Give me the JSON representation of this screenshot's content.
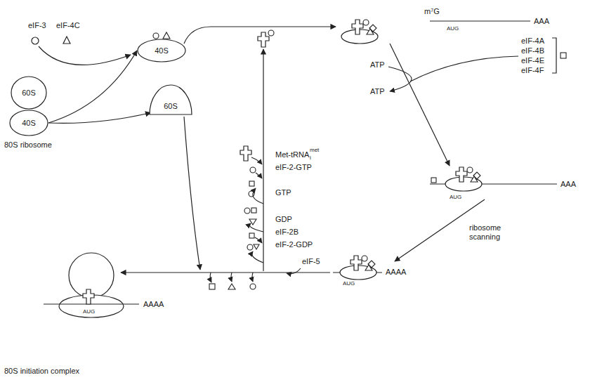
{
  "diagram": {
    "nodes": [
      {
        "text": [
          "40S"
        ]
      },
      {
        "text": [
          "60S"
        ]
      },
      {
        "text": [
          "40S"
        ]
      },
      {
        "text": [
          "60S"
        ]
      }
    ],
    "edges": [
      {
        "from": 2,
        "to": 0,
        "arrow": "to"
      },
      {
        "from": 2,
        "to": 3,
        "arrow": "to"
      }
    ],
    "labels": [
      "eIF-3",
      "eIF-4C",
      "80S ribosome",
      "Met-tRNA",
      "i",
      "met",
      "eIF-2-GTP",
      "GTP",
      "GDP",
      "eIF-2B",
      "eIF-2-GDP",
      "eIF-5",
      "ATP",
      "ATP",
      "m⁷G",
      "AUG",
      "AAA",
      "eIF-4A",
      "eIF-4B",
      "eIF-4E",
      "eIF-4F",
      "AUG",
      "AAA",
      "ribosome scanning",
      "AUG",
      "AAAA",
      "AUG",
      "AAAA",
      "80S initiation complex"
    ]
  }
}
